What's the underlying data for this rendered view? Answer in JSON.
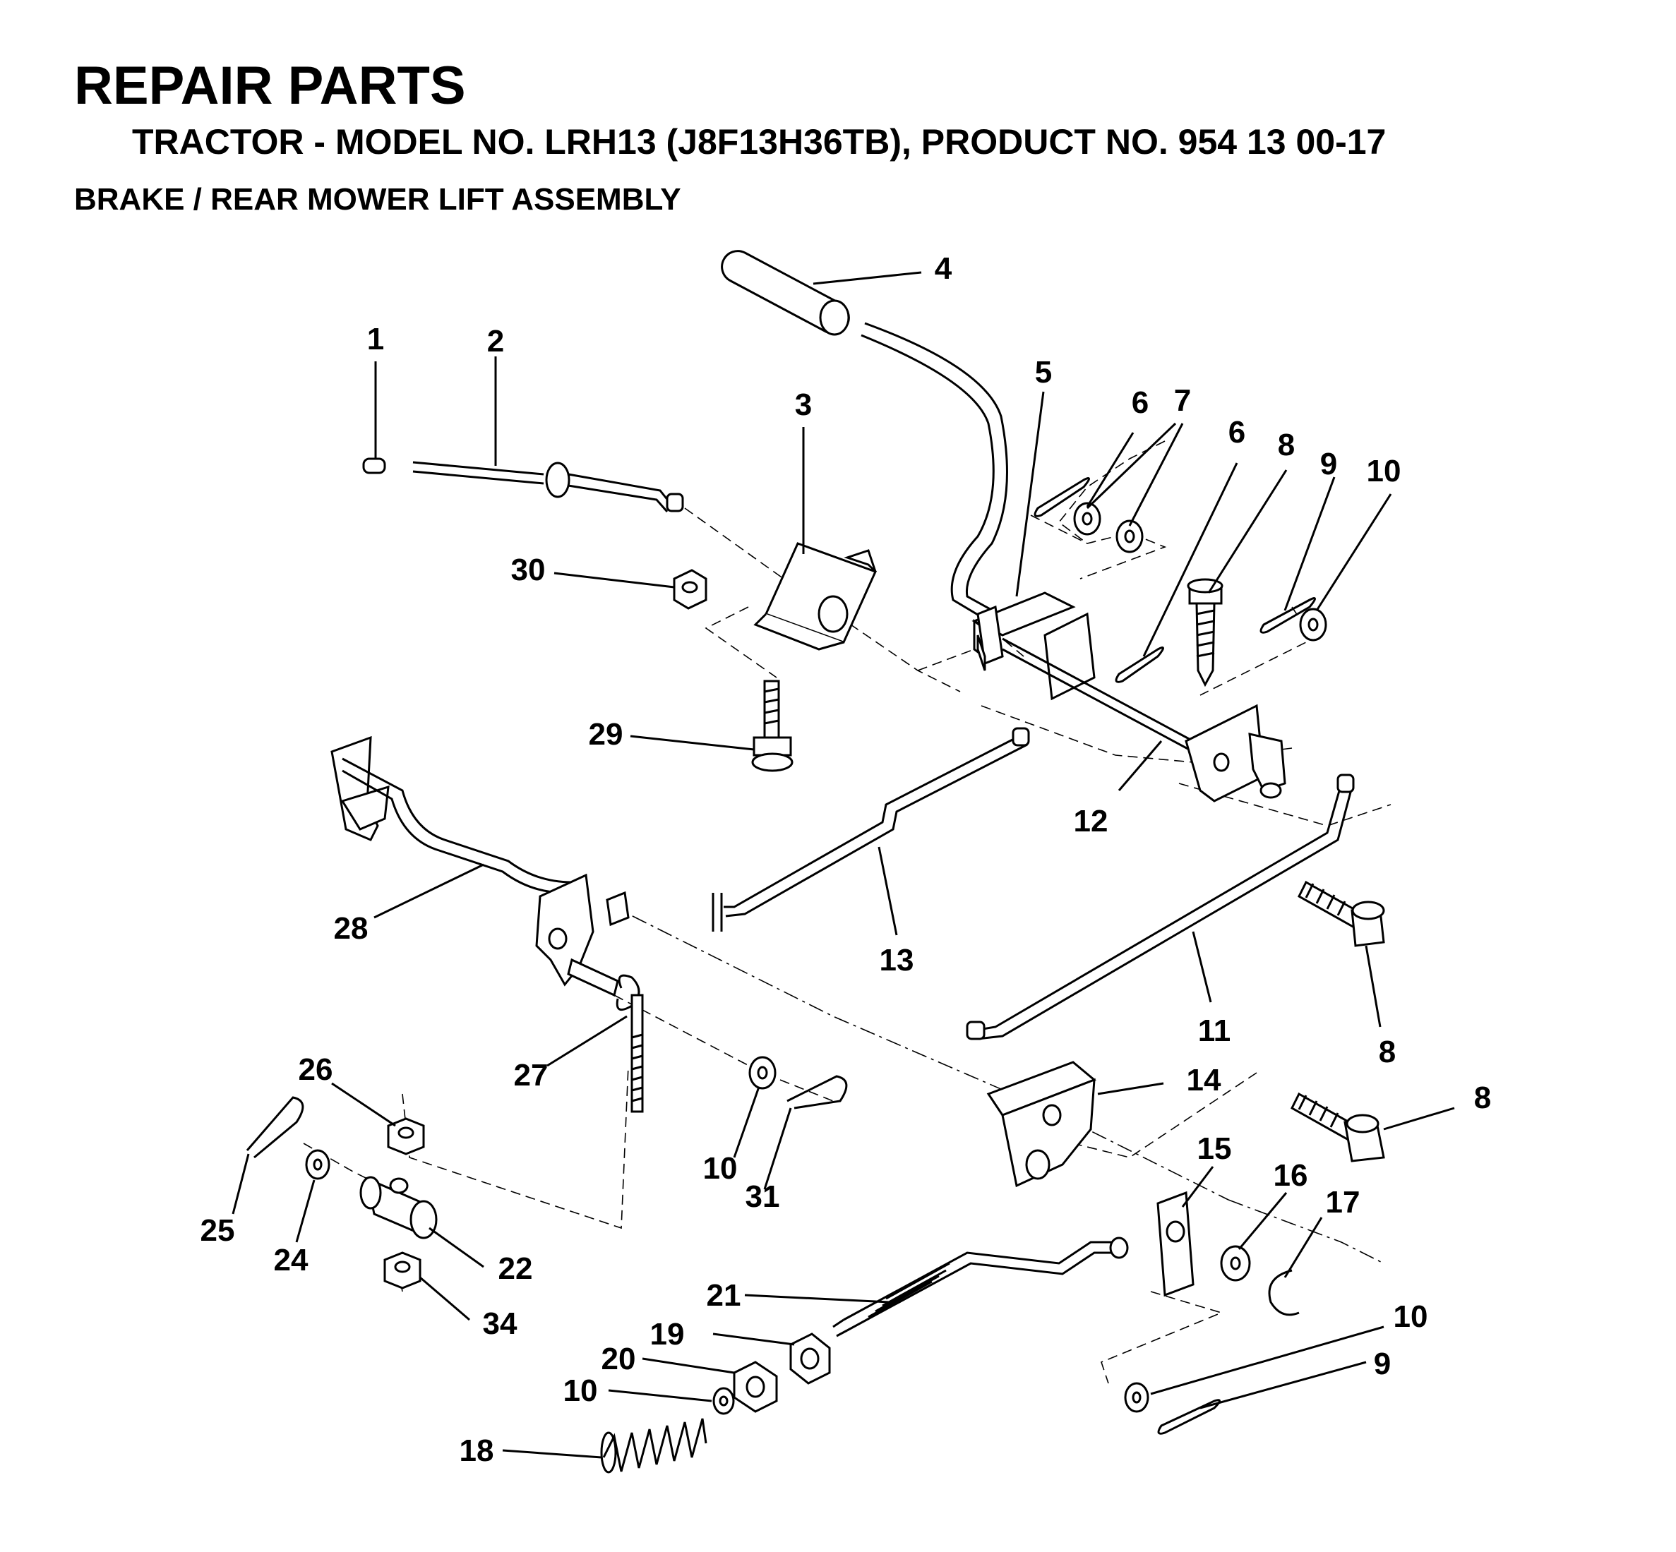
{
  "header": {
    "title": "REPAIR PARTS",
    "subtitle": "TRACTOR - MODEL NO. LRH13 (J8F13H36TB),  PRODUCT NO. 954 13 00-17",
    "section": "BRAKE / REAR MOWER LIFT ASSEMBLY"
  },
  "callouts": {
    "c1": "1",
    "c2": "2",
    "c3": "3",
    "c4": "4",
    "c5": "5",
    "c6a": "6",
    "c6b": "6",
    "c7": "7",
    "c8a": "8",
    "c9a": "9",
    "c10a": "10",
    "c12": "12",
    "c13": "13",
    "c8b": "8",
    "c11": "11",
    "c8c": "8",
    "c14": "14",
    "c15": "15",
    "c16": "16",
    "c17": "17",
    "c10b": "10",
    "c9b": "9",
    "c21": "21",
    "c19": "19",
    "c20": "20",
    "c10c": "10",
    "c18": "18",
    "c30": "30",
    "c29": "29",
    "c28": "28",
    "c27": "27",
    "c26": "26",
    "c25": "25",
    "c24": "24",
    "c22": "22",
    "c34": "34",
    "c10d": "10",
    "c31": "31"
  }
}
